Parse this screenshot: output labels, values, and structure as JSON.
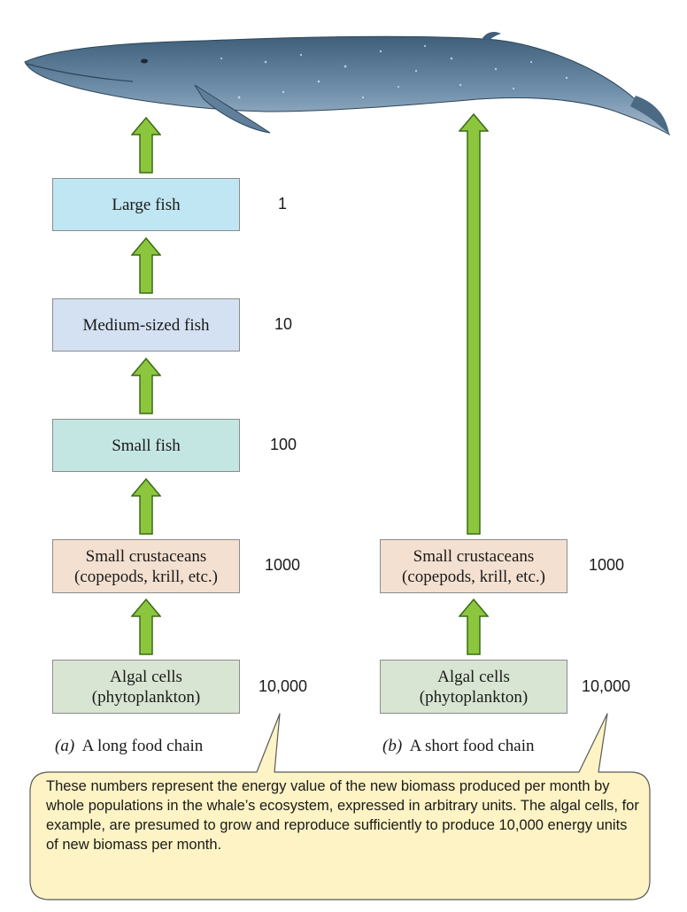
{
  "chain_a": {
    "caption_letter": "(a)",
    "caption_text": "A long food chain",
    "levels": [
      {
        "name": "Large fish",
        "value": "1"
      },
      {
        "name": "Medium-sized fish",
        "value": "10"
      },
      {
        "name": "Small fish",
        "value": "100"
      },
      {
        "name_line1": "Small crustaceans",
        "name_line2": "(copepods, krill, etc.)",
        "value": "1000"
      },
      {
        "name_line1": "Algal cells",
        "name_line2": "(phytoplankton)",
        "value": "10,000"
      }
    ]
  },
  "chain_b": {
    "caption_letter": "(b)",
    "caption_text": "A short food chain",
    "levels": [
      {
        "name_line1": "Small crustaceans",
        "name_line2": "(copepods, krill, etc.)",
        "value": "1000"
      },
      {
        "name_line1": "Algal cells",
        "name_line2": "(phytoplankton)",
        "value": "10,000"
      }
    ]
  },
  "callout": {
    "text": "These numbers represent the energy value of the new biomass produced per month by whole populations in the whale’s ecosystem, expressed in arbitrary units. The algal cells, for example, are presumed to grow and reproduce sufficiently to produce 10,000 energy units of new biomass per month."
  },
  "colors": {
    "arrow_fill": "#8cc63f",
    "arrow_stroke": "#3a6b12",
    "whale_body": "#5d7e9a",
    "callout_fill": "#fdf3c4"
  }
}
